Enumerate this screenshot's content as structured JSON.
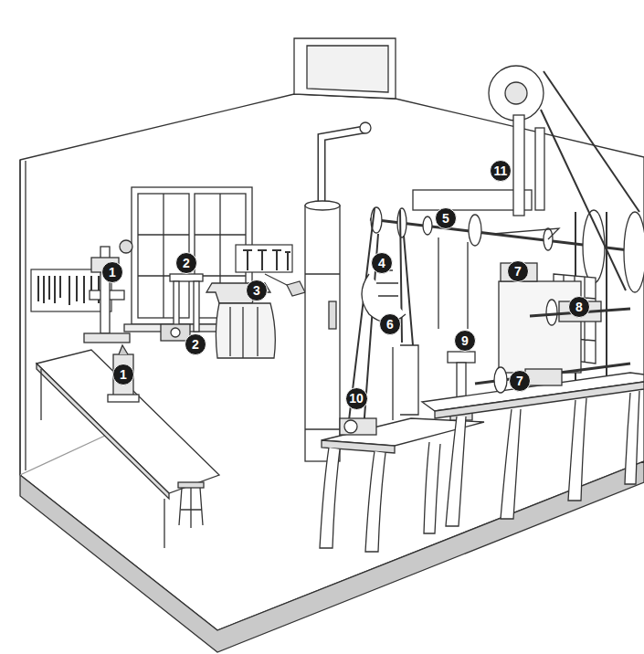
{
  "diagram": {
    "nodes": [
      {
        "text": [
          "11"
        ]
      },
      {
        "text": [
          "5"
        ]
      },
      {
        "text": [
          "2"
        ]
      },
      {
        "text": [
          "4"
        ]
      },
      {
        "text": [
          "7"
        ]
      },
      {
        "text": [
          "1"
        ]
      },
      {
        "text": [
          "3"
        ]
      },
      {
        "text": [
          "8"
        ]
      },
      {
        "text": [
          "6"
        ]
      },
      {
        "text": [
          "9"
        ]
      },
      {
        "text": [
          "2"
        ]
      },
      {
        "text": [
          "1"
        ]
      },
      {
        "text": [
          "7"
        ]
      },
      {
        "text": [
          "10"
        ]
      }
    ]
  }
}
